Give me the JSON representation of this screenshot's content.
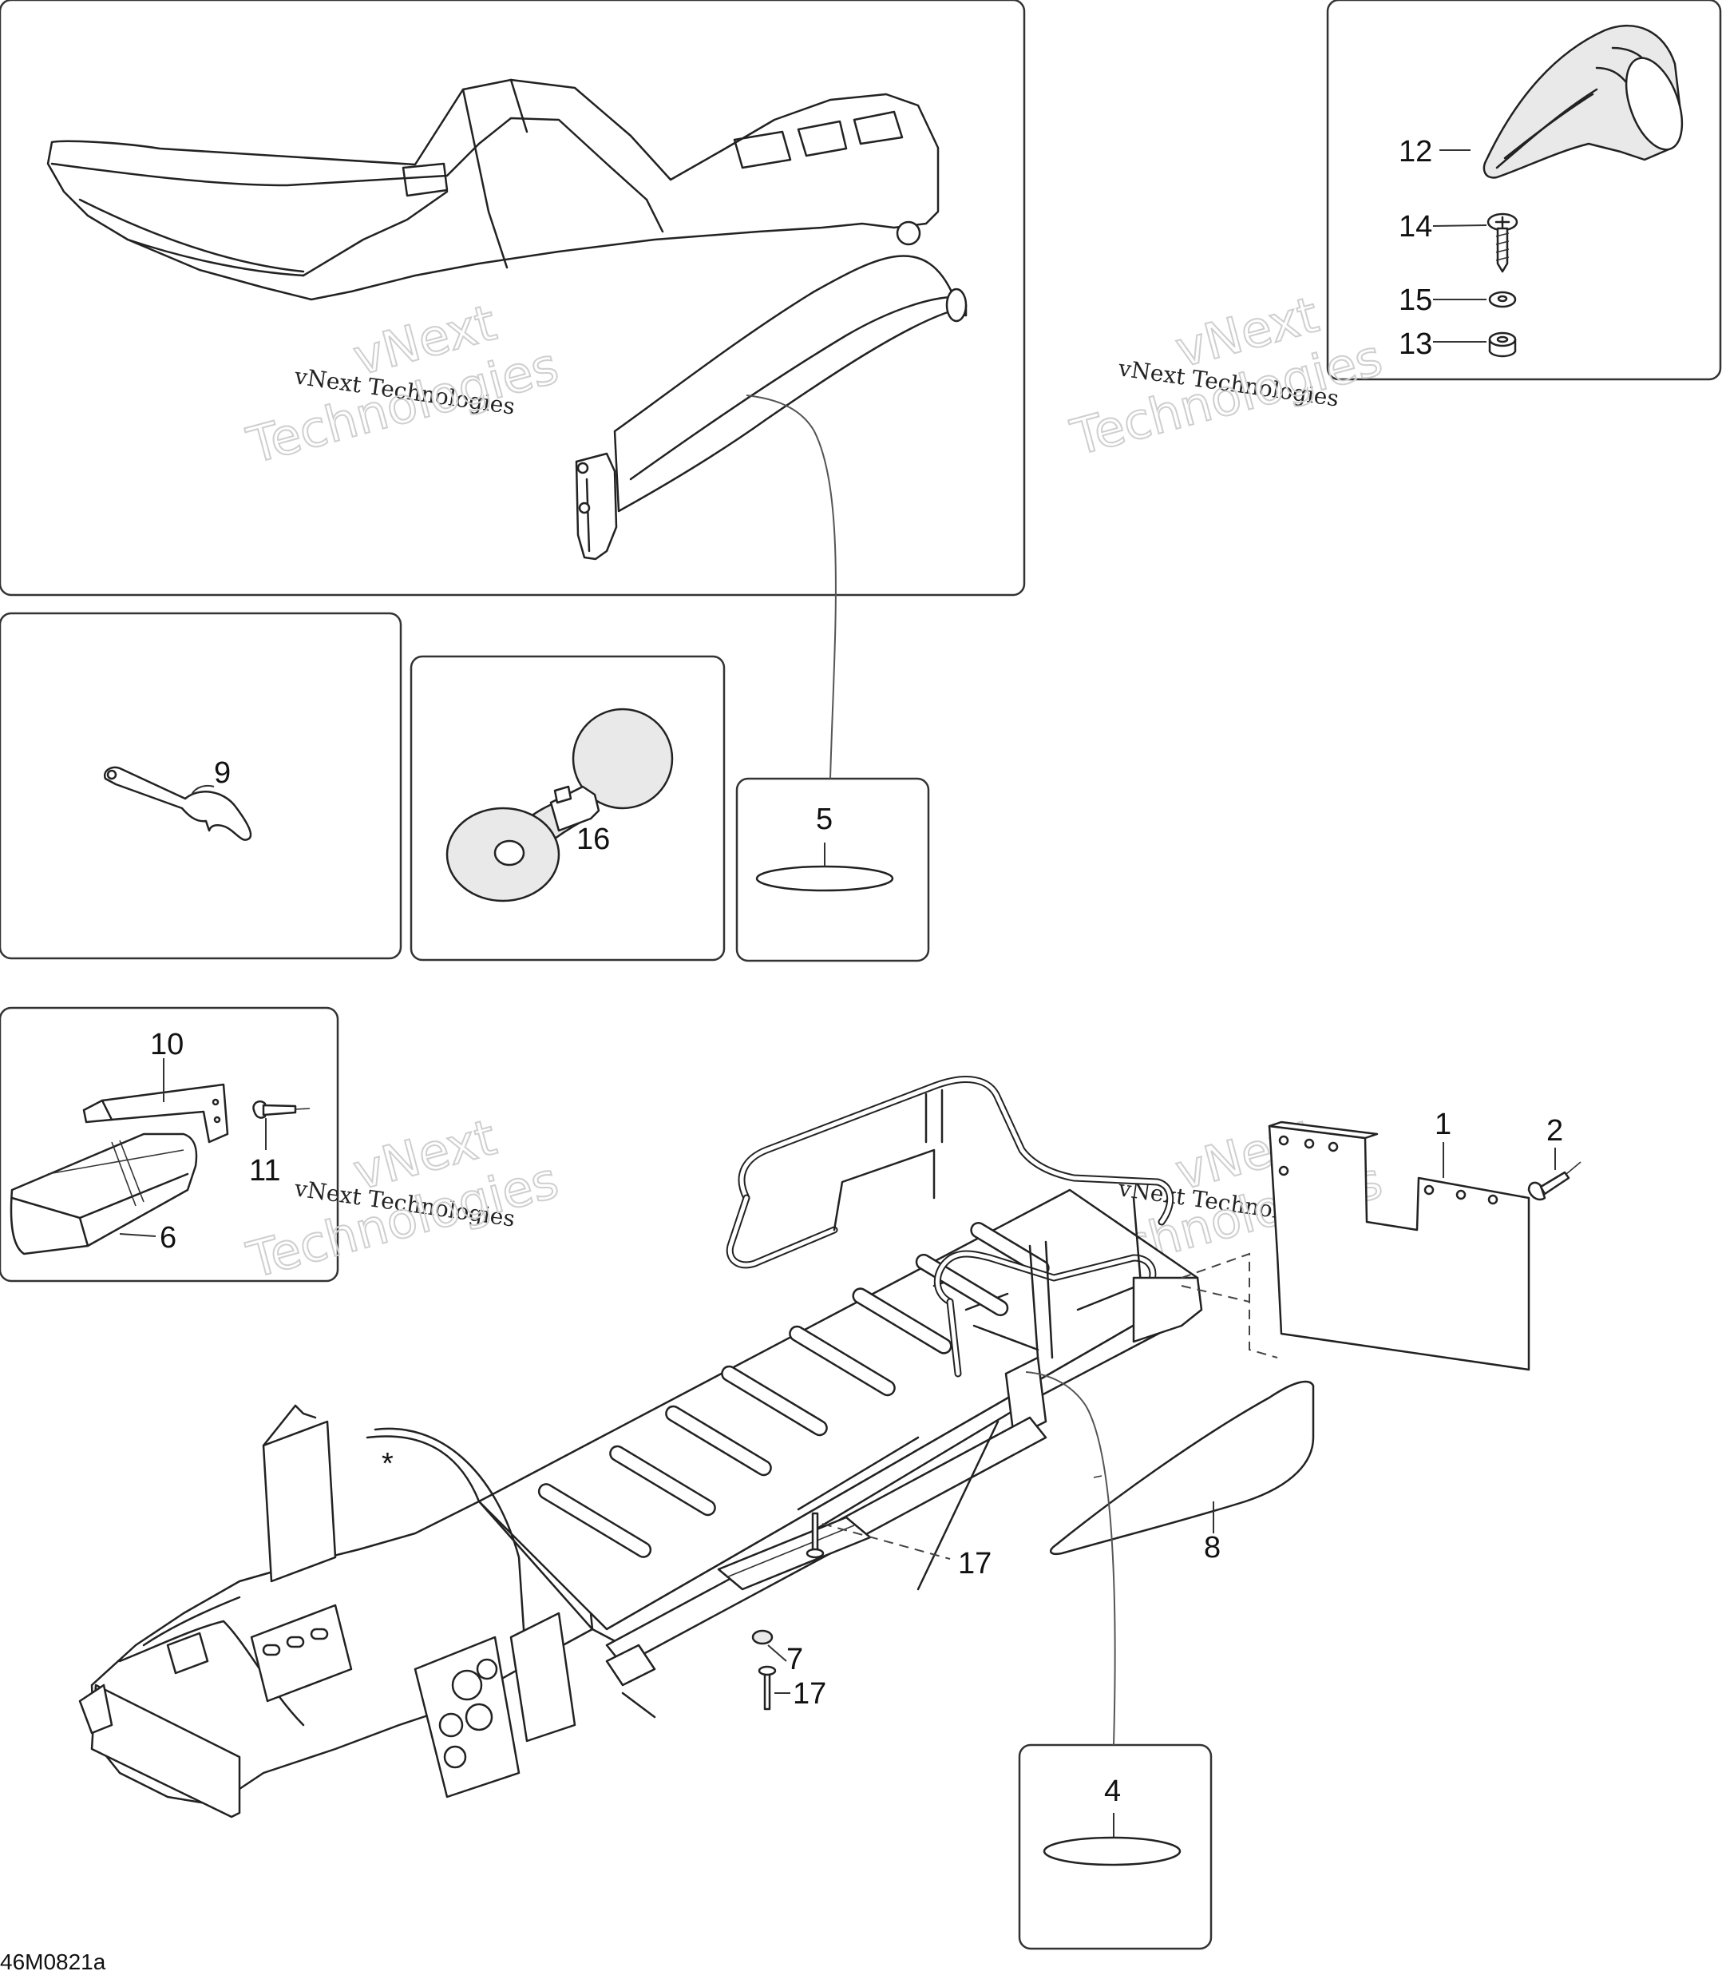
{
  "diagram": {
    "code": "46M0821a",
    "watermark": {
      "line1": "vNext Technologies",
      "line2a": "vNext",
      "line2b": "Technologies"
    },
    "callouts": {
      "c1": "1",
      "c2": "2",
      "c4": "4",
      "c5": "5",
      "c6": "6",
      "c7": "7",
      "c8": "8",
      "c9": "9",
      "c10": "10",
      "c11": "11",
      "c12": "12",
      "c13": "13",
      "c14": "14",
      "c15": "15",
      "c16": "16",
      "c17a": "17",
      "c17b": "17",
      "asterisk": "*"
    }
  }
}
